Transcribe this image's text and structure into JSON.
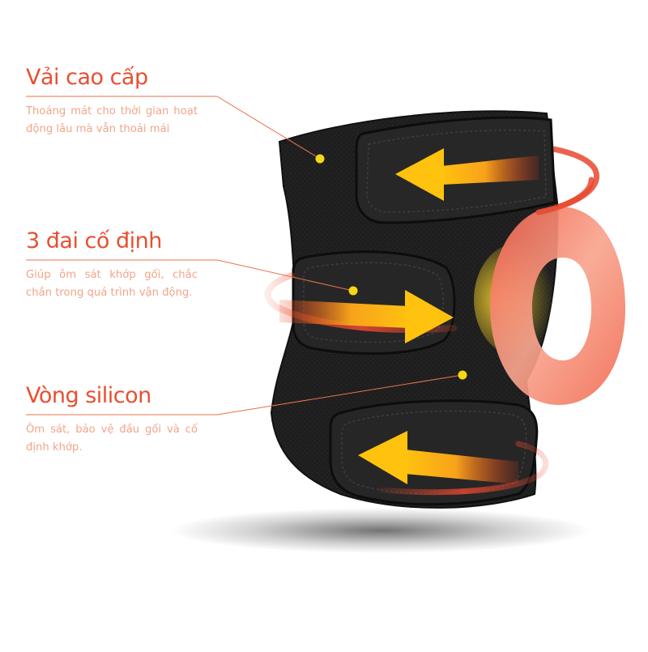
{
  "colors": {
    "title": "#e84f32",
    "desc": "#f2a58a",
    "line": "#e8734c",
    "dot": "#f5d814",
    "product": "#1d1d1d",
    "strap": "#2b2b2b",
    "arrow_tip": "#ffc20e",
    "arrow_tail": "#e53a1f"
  },
  "features": [
    {
      "title": "Vải cao cấp",
      "desc": "Thoáng mát cho thời gian hoạt động lâu mà vẫn thoải mái"
    },
    {
      "title": "3 đai cố định",
      "desc": "Giúp ôm sát khớp gối, chắc chắn trong quá trình vận động."
    },
    {
      "title": "Vòng silicon",
      "desc": "Ôm sát, bảo vệ đầu gối và cố định khớp."
    }
  ]
}
